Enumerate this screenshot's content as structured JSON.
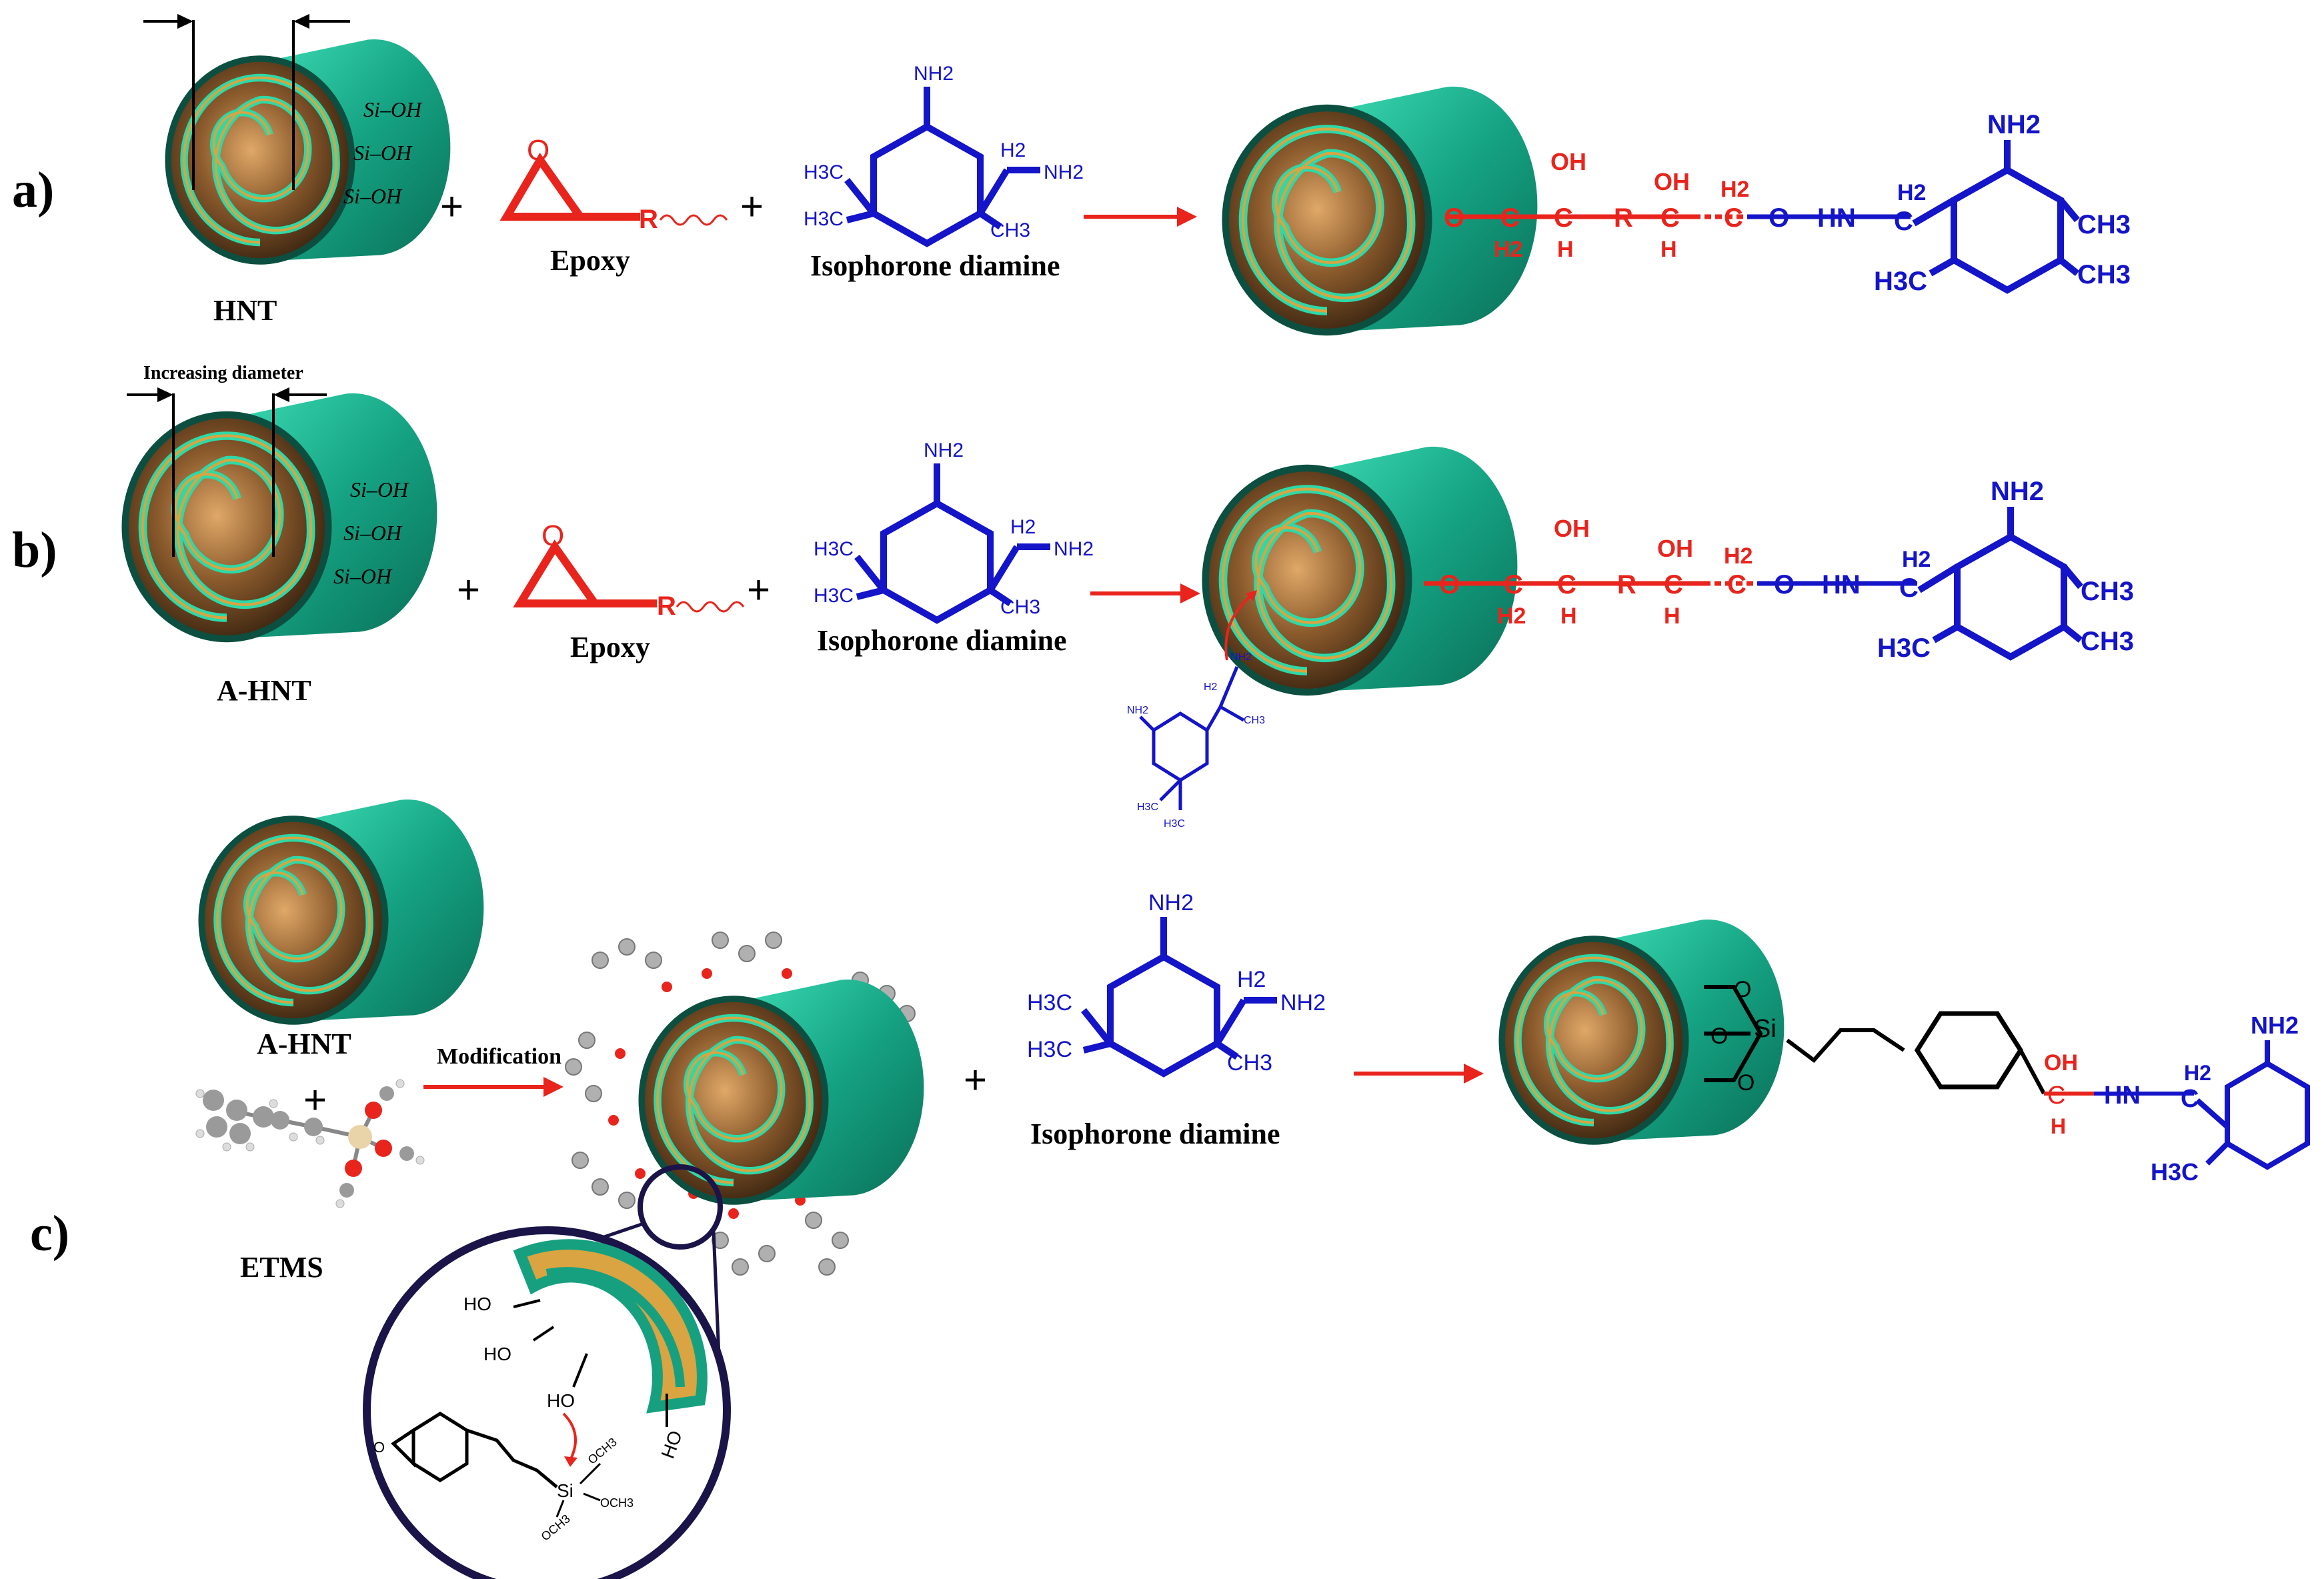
{
  "panels": {
    "a": {
      "label": "a)"
    },
    "b": {
      "label": "b)"
    },
    "c": {
      "label": "c)"
    }
  },
  "labels": {
    "hnt": "HNT",
    "a_hnt": "A-HNT",
    "epoxy": "Epoxy",
    "isophorone": "Isophorone diamine",
    "increasing_diameter": "Increasing diameter",
    "modification": "Modification",
    "etms": "ETMS",
    "plus": "+"
  },
  "groups": {
    "si_oh": "Si–OH",
    "o": "O",
    "r": "R",
    "oh": "OH",
    "h": "H",
    "h2": "H2",
    "c": "C",
    "hn": "HN",
    "nh2": "NH2",
    "ch3": "CH3",
    "h3c": "H3C",
    "si": "Si",
    "ho": "HO",
    "och3": "OCH3"
  },
  "colors": {
    "red": "#e8241c",
    "blue": "#1414c8",
    "teal": "#1fa88a",
    "gold": "#d9a441",
    "navy": "#1a1448"
  }
}
